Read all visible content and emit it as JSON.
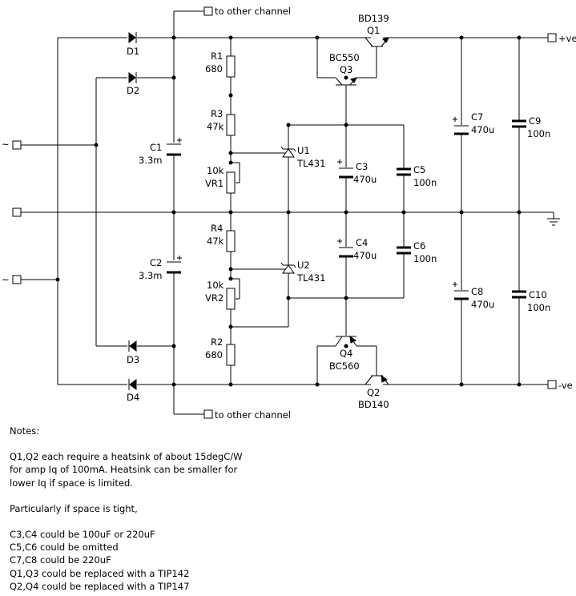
{
  "terminals": {
    "to_other_channel_top": "to other channel",
    "to_other_channel_bottom": "to other channel",
    "ac_in_1": "~",
    "ac_in_2": "~",
    "pos_out": "+ve",
    "neg_out": "-ve"
  },
  "components": {
    "D1": "D1",
    "D2": "D2",
    "D3": "D3",
    "D4": "D4",
    "C1": "C1",
    "C1_val": "3.3m",
    "C2": "C2",
    "C2_val": "3.3m",
    "R1": "R1",
    "R1_val": "680",
    "R2": "R2",
    "R2_val": "680",
    "R3": "R3",
    "R3_val": "47k",
    "R4": "R4",
    "R4_val": "47k",
    "VR1_val": "10k",
    "VR1": "VR1",
    "VR2_val": "10k",
    "VR2": "VR2",
    "U1": "U1",
    "U1_part": "TL431",
    "U2": "U2",
    "U2_part": "TL431",
    "C3": "C3",
    "C3_val": "470u",
    "C4": "C4",
    "C4_val": "470u",
    "C5": "C5",
    "C5_val": "100n",
    "C6": "C6",
    "C6_val": "100n",
    "C7": "C7",
    "C7_val": "470u",
    "C8": "C8",
    "C8_val": "470u",
    "C9": "C9",
    "C9_val": "100n",
    "C10": "C10",
    "C10_val": "100n",
    "Q1_part": "BD139",
    "Q1": "Q1",
    "Q3_part": "BC550",
    "Q3": "Q3",
    "Q4": "Q4",
    "Q4_part": "BC560",
    "Q2": "Q2",
    "Q2_part": "BD140"
  },
  "notes": [
    "Notes:",
    "",
    "Q1,Q2 each require a heatsink of about 15degC/W",
    "for amp Iq of 100mA. Heatsink can be smaller for",
    "lower Iq if space is limited.",
    "",
    "Particularly if space is tight,",
    "",
    "C3,C4 could be 100uF or 220uF",
    "C5,C6 could be omitted",
    "C7,C8 could be 220uF",
    "Q1,Q3 could be replaced with a TIP142",
    "Q2,Q4 could be replaced with a TIP147"
  ]
}
